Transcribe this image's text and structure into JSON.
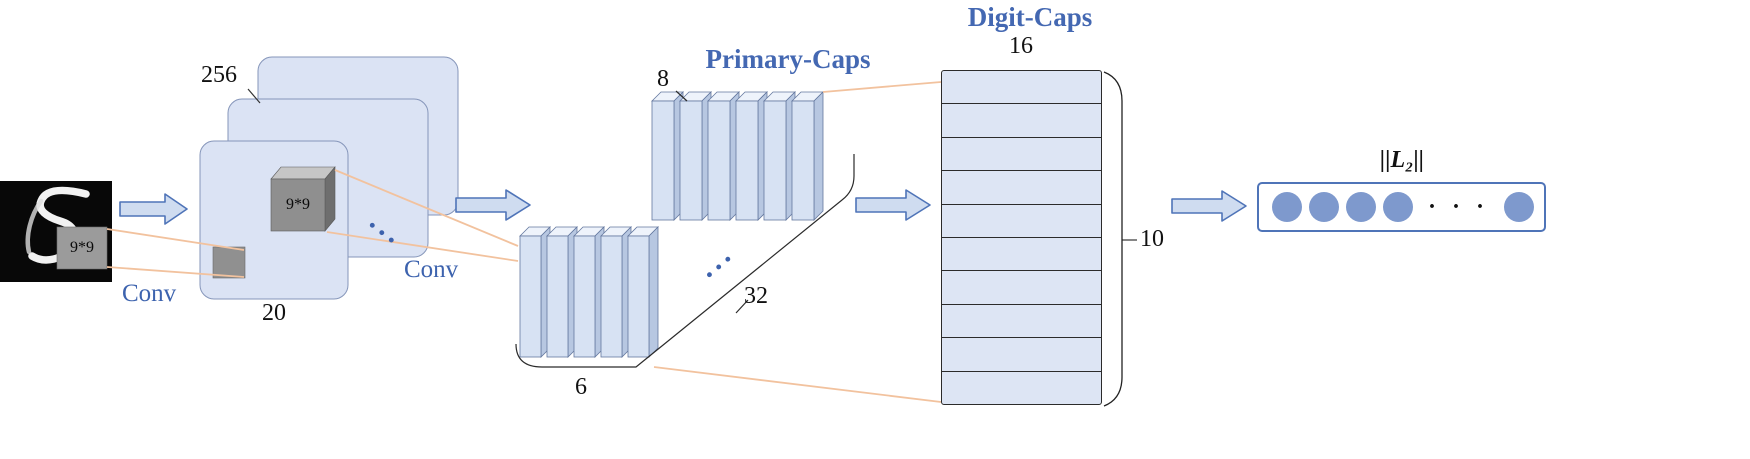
{
  "input_image": {
    "kernel_label": "9*9",
    "conv_label": "Conv"
  },
  "conv_layer": {
    "channels_label": "256",
    "size_label": "20",
    "kernel_label": "9*9",
    "ellipsis": "···",
    "conv_label": "Conv"
  },
  "primary_caps": {
    "title": "Primary-Caps",
    "capsule_dim_label": "8",
    "grid_size_label": "6",
    "num_maps_label": "32",
    "ellipsis": "···"
  },
  "digit_caps": {
    "title": "Digit-Caps",
    "vector_dim_label": "16",
    "num_classes_label": "10",
    "row_count": 10
  },
  "output": {
    "norm_label": "||L₂||",
    "ellipsis": "· · ·"
  },
  "colors": {
    "layer_fill": "#dbe3f4",
    "slab_top": "#eef3fb",
    "slab_front": "#d7e2f3",
    "slab_side": "#b7c7e1",
    "accent_blue": "#3d63ae",
    "title_blue": "#4468b2",
    "connector_orange": "#f2c29e",
    "circle_fill": "#7e99cd",
    "arrow_fill": "#cfdcf0",
    "arrow_stroke": "#4f74b8",
    "kernel_gray": "#8f8f8f",
    "table_fill": "#dde5f4"
  }
}
